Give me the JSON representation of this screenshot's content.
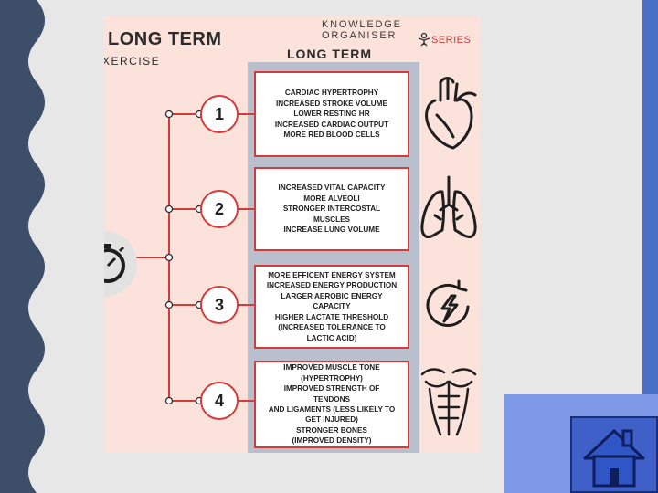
{
  "poster": {
    "header_title": "LONG TERM",
    "header_sub": "XERCISE",
    "knowledge_label": "KNOWLEDGE ORGANISER",
    "series_label": "SERIES",
    "column_title": "LONG TERM"
  },
  "items": [
    {
      "number": "1",
      "icon": "heart-icon",
      "lines": [
        "CARDIAC HYPERTROPHY",
        "INCREASED STROKE VOLUME",
        "LOWER RESTING HR",
        "INCREASED CARDIAC OUTPUT",
        "MORE RED BLOOD CELLS"
      ]
    },
    {
      "number": "2",
      "icon": "lungs-icon",
      "lines": [
        "INCREASED VITAL CAPACITY",
        "MORE ALVEOLI",
        "STRONGER INTERCOSTAL",
        "MUSCLES",
        "INCREASE LUNG VOLUME"
      ]
    },
    {
      "number": "3",
      "icon": "energy-icon",
      "lines": [
        "MORE EFFICENT ENERGY SYSTEM",
        "INCREASED ENERGY PRODUCTION",
        "LARGER AEROBIC ENERGY",
        "CAPACITY",
        "HIGHER LACTATE THRESHOLD",
        "(INCREASED TOLERANCE TO",
        "LACTIC ACID)"
      ]
    },
    {
      "number": "4",
      "icon": "torso-muscles-icon",
      "lines": [
        "IMPROVED MUSCLE TONE",
        "(HYPERTROPHY)",
        "IMPROVED STRENGTH OF",
        "TENDONS",
        "AND LIGAMENTS (LESS LIKELY TO",
        "GET INJURED)",
        "STRONGER BONES",
        "(IMPROVED DENSITY)"
      ]
    }
  ],
  "nav": {
    "home_icon": "home-icon"
  },
  "colors": {
    "accent_red": "#d63b3b",
    "poster_bg": "#fbe3dc",
    "side_band": "#3d4e68",
    "home_blue": "#4a6fc7"
  }
}
